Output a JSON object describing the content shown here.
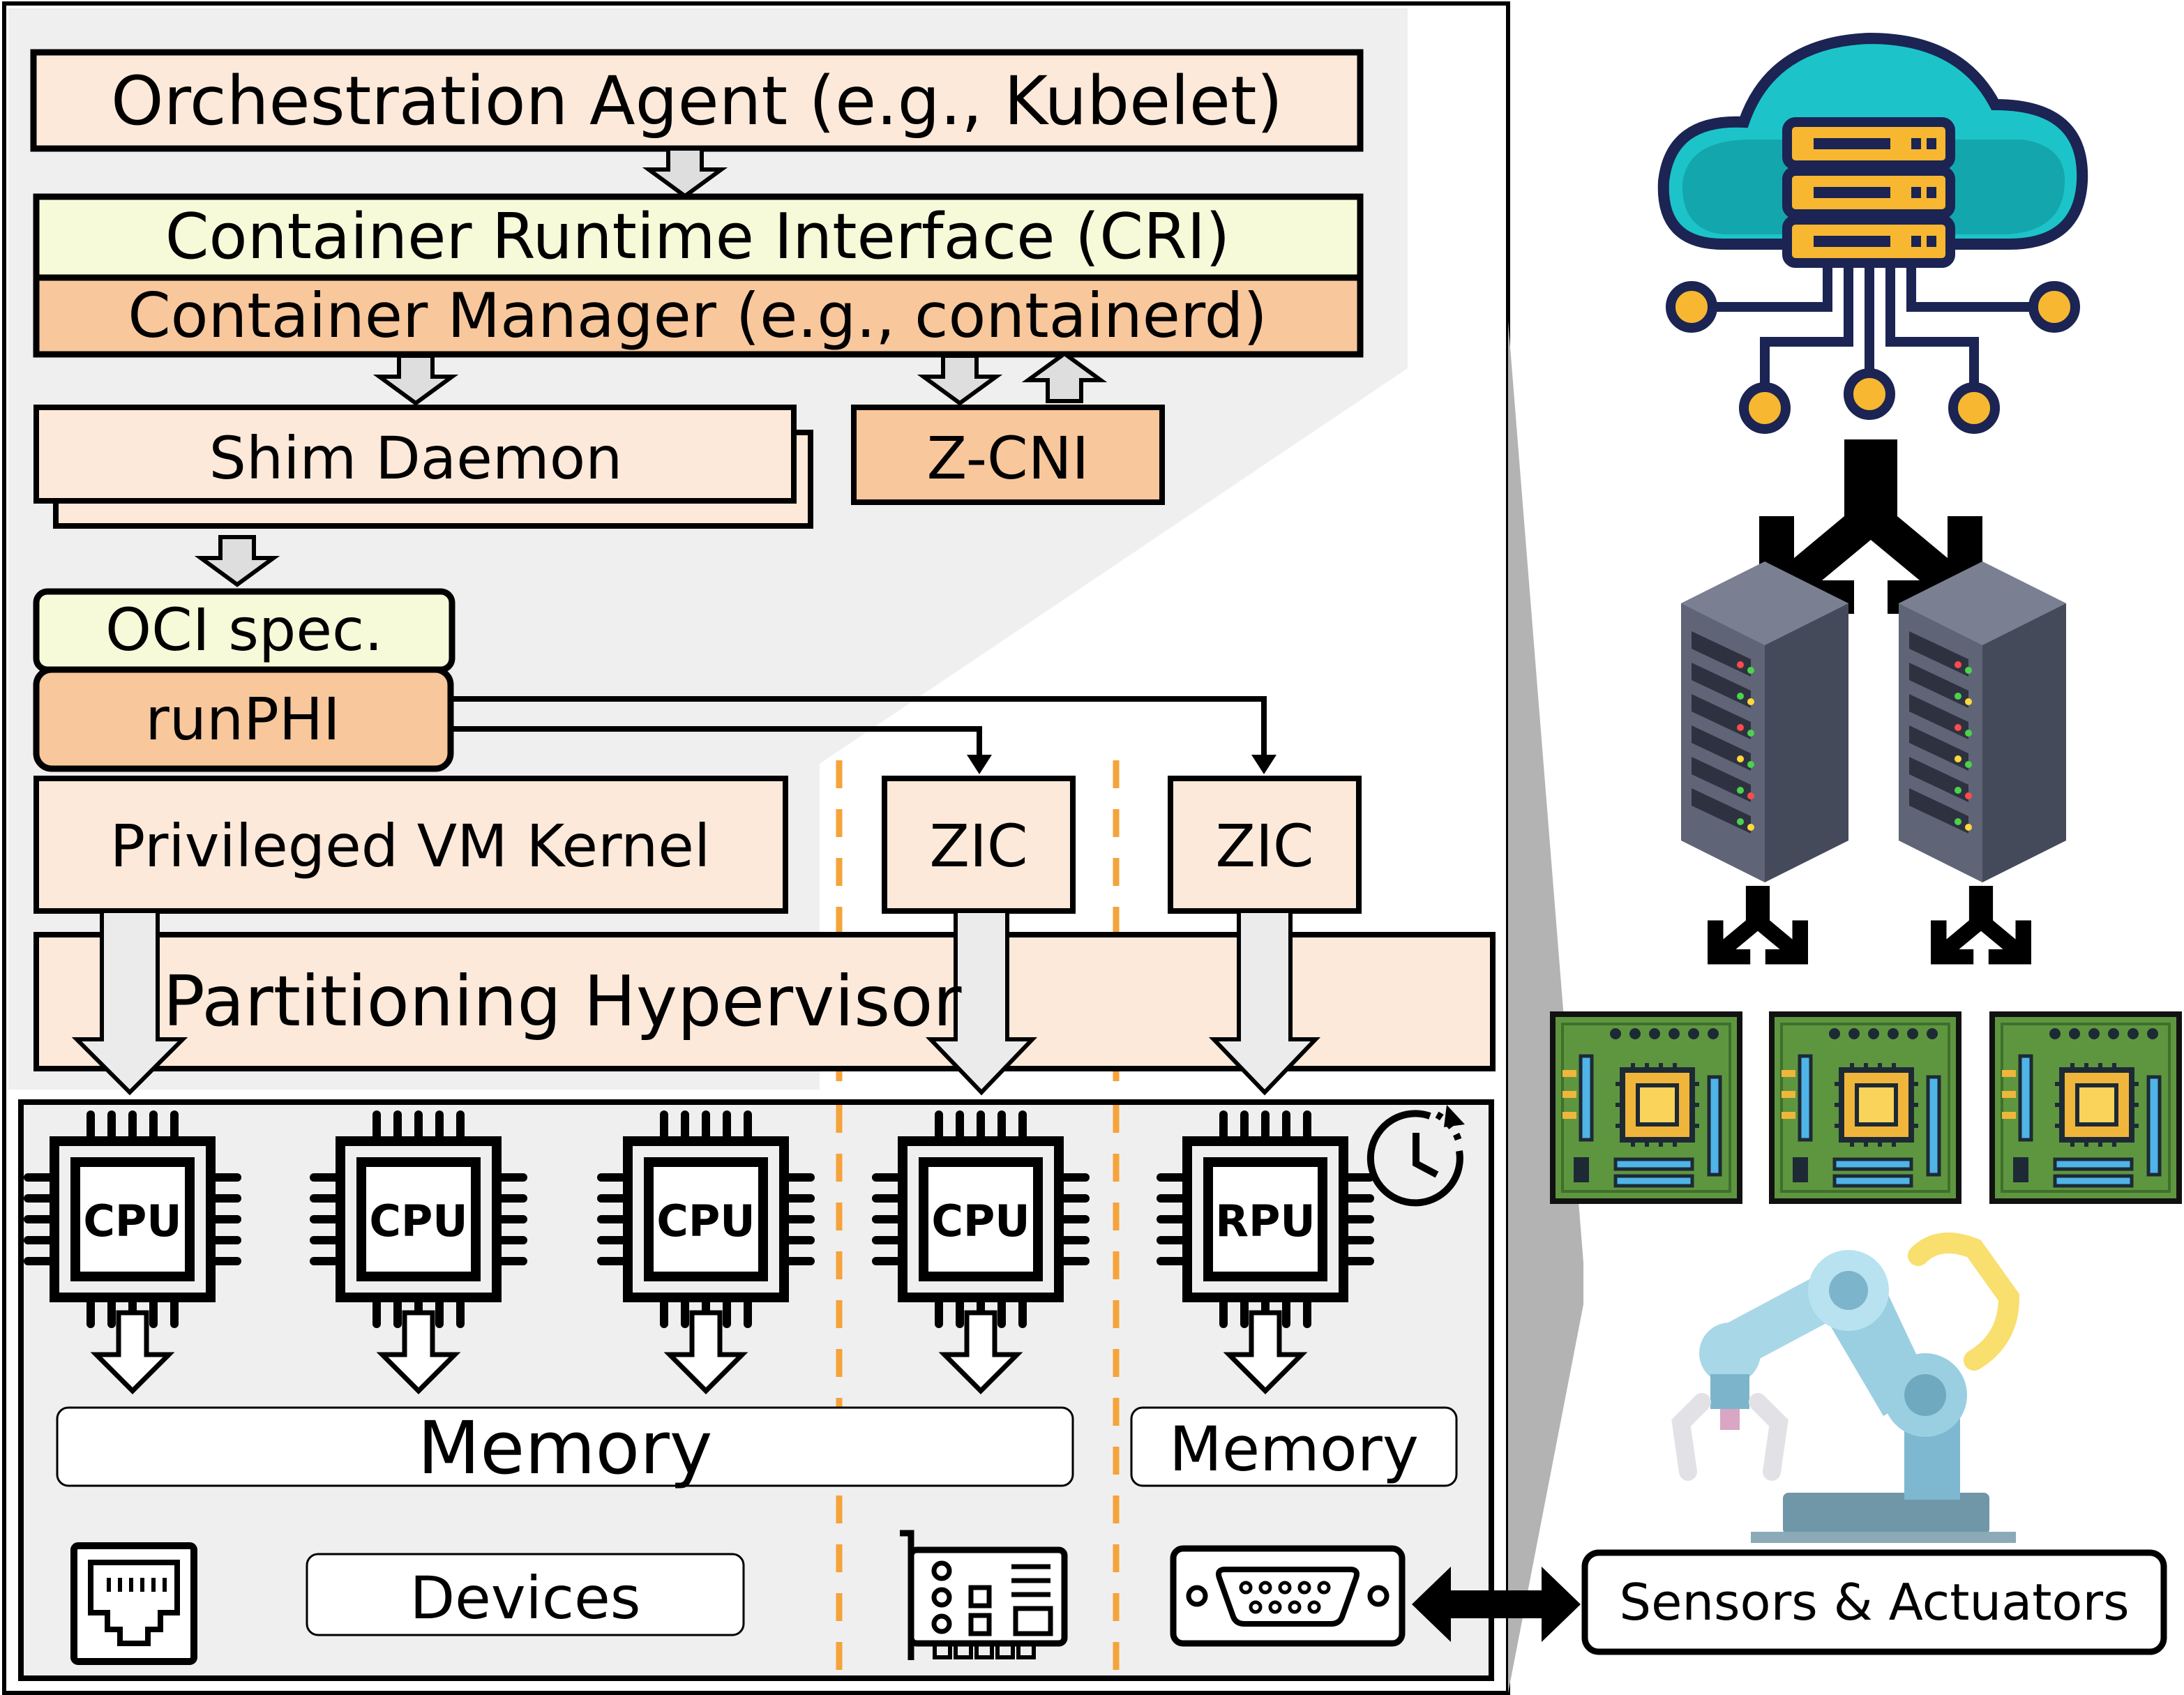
{
  "layers": {
    "orchestration_agent": "Orchestration Agent (e.g., Kubelet)",
    "cri": "Container Runtime Interface (CRI)",
    "container_manager": "Container Manager  (e.g., containerd)",
    "shim_daemon": "Shim Daemon",
    "zcni": "Z-CNI",
    "oci_spec": "OCI spec.",
    "runphi": "runPHI",
    "privileged_vm_kernel": "Privileged VM Kernel",
    "zic_1": "ZIC",
    "zic_2": "ZIC",
    "hypervisor": "Partitioning Hypervisor"
  },
  "hardware": {
    "cpu_1": "CPU",
    "cpu_2": "CPU",
    "cpu_3": "CPU",
    "cpu_4": "CPU",
    "rpu": "RPU",
    "memory_shared": "Memory",
    "memory_rpu": "Memory",
    "devices": "Devices"
  },
  "external": {
    "sensors_actuators": "Sensors & Actuators"
  },
  "icons": [
    "cloud-server-icon",
    "server-rack-icon",
    "circuit-board-icon",
    "robot-arm-icon",
    "clock-icon",
    "ethernet-port-icon",
    "pcie-card-icon",
    "serial-port-icon"
  ],
  "colors": {
    "peach": "#fde9d9",
    "orange": "#f8c79c",
    "light_yellow": "#f7fad8",
    "partition_line": "#f5a33a",
    "panel_gray": "#efefef"
  }
}
